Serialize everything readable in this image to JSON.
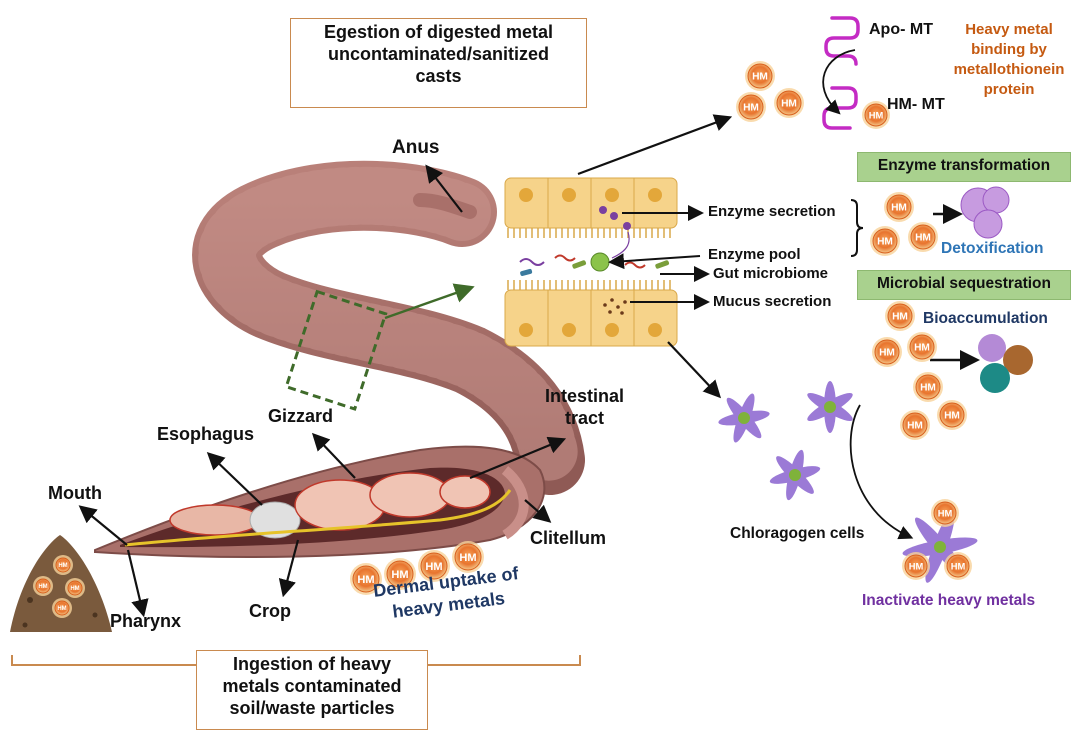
{
  "boxes": {
    "egestion": [
      "Egestion of digested metal",
      "uncontaminated/sanitized",
      "casts"
    ],
    "ingestion": [
      "Ingestion of heavy",
      "metals contaminated",
      "soil/waste particles"
    ],
    "enzyme_transformation": "Enzyme transformation",
    "microbial_sequestration": "Microbial  sequestration"
  },
  "anatomy": {
    "anus": "Anus",
    "gizzard": "Gizzard",
    "esophagus": "Esophagus",
    "mouth": "Mouth",
    "pharynx": "Pharynx",
    "crop": "Crop",
    "intestinal_tract": [
      "Intestinal",
      "tract"
    ],
    "clitellum": "Clitellum",
    "dermal_uptake": [
      "Dermal uptake of",
      "heavy metals"
    ]
  },
  "gut": {
    "enzyme_secretion": "Enzyme secretion",
    "enzyme_pool": "Enzyme pool",
    "gut_microbiome": "Gut microbiome",
    "mucus_secretion": "Mucus secretion"
  },
  "metallothionein": {
    "apo_mt": "Apo- MT",
    "hm_mt": "HM- MT",
    "caption": [
      "Heavy metal",
      "binding by",
      "metallothionein",
      "protein"
    ]
  },
  "outcomes": {
    "detoxification": "Detoxification",
    "bioaccumulation": "Bioaccumulation",
    "chloragogen_cells": "Chloragogen cells",
    "inactivate": "Inactivate heavy metals"
  },
  "hm_symbol": "HM",
  "colors": {
    "box_border": "#c98a4f",
    "green_box": "#a9d18e",
    "hm_fill": "#e8742e",
    "orange_text": "#c55a11",
    "blue_text": "#2e75b6",
    "navy_text": "#1f3864",
    "purple_text": "#7030a0",
    "worm": "#a9706a"
  }
}
